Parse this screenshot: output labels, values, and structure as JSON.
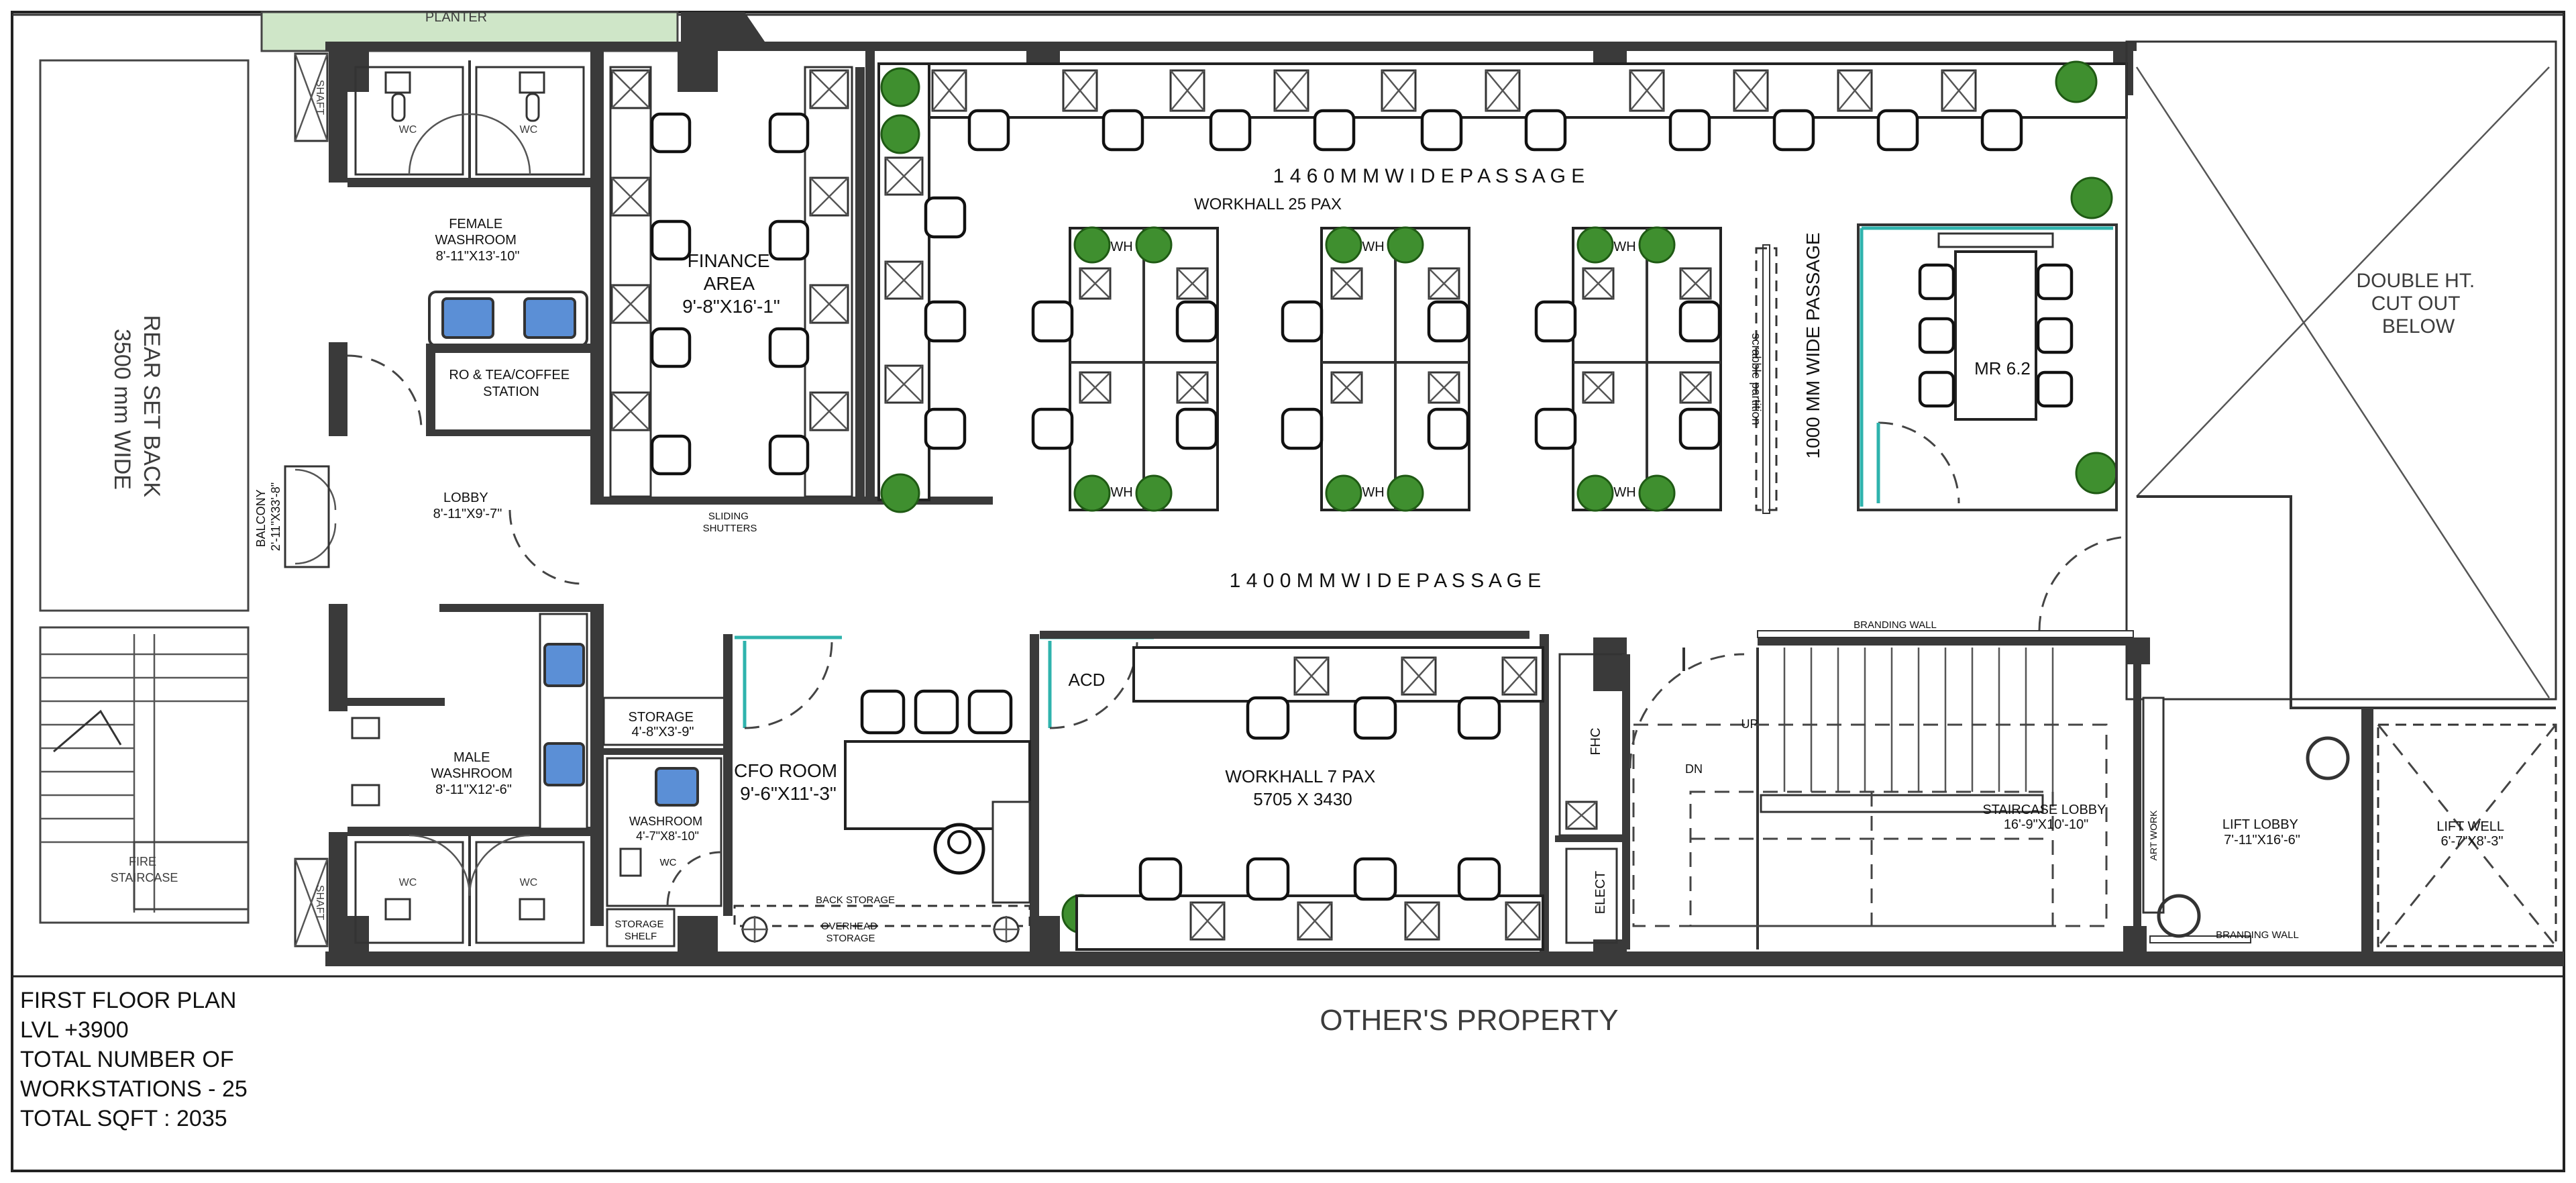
{
  "labels": {
    "planter": "PLANTER",
    "rear_set_back_1": "REAR SET BACK",
    "rear_set_back_2": "3500 mm WIDE",
    "female_washroom_1": "FEMALE",
    "female_washroom_2": "WASHROOM",
    "female_washroom_dim": "8'-11\"X13'-10\"",
    "ro_station_1": "RO & TEA/COFFEE",
    "ro_station_2": "STATION",
    "finance_1": "FINANCE",
    "finance_2": "AREA",
    "finance_dim": "9'-8\"X16'-1\"",
    "lobby": "LOBBY",
    "lobby_dim": "8'-11\"X9'-7\"",
    "balcony": "BALCONY",
    "balcony_dim": "2'-11\"X33'-8\"",
    "sliding_shutters_1": "SLIDING",
    "sliding_shutters_2": "SHUTTERS",
    "passage_top": "1 4 6 0   M M   W I D E   P A S S A G E",
    "workhall_25": "WORKHALL 25 PAX",
    "passage_mid": "1 4 0 0   M M   W I D E   P A S S A G E",
    "passage_vertical": "1000 MM WIDE PASSAGE",
    "scrabble_partition": "scrabble partition",
    "mr": "MR 6.2",
    "double_ht_1": "DOUBLE HT.",
    "double_ht_2": "CUT OUT",
    "double_ht_3": "BELOW",
    "storage": "STORAGE",
    "storage_dim": "4'-8\"X3'-9\"",
    "male_washroom_1": "MALE",
    "male_washroom_2": "WASHROOM",
    "male_washroom_dim": "8'-11\"X12'-6\"",
    "washroom_small": "WASHROOM",
    "washroom_small_dim": "4'-7\"X8'-10\"",
    "cfo_room": "CFO ROOM",
    "cfo_dim": "9'-6\"X11'-3\"",
    "acd": "ACD",
    "workhall_7": "WORKHALL 7 PAX",
    "workhall_7_dim": "5705 X 3430",
    "fhc": "FHC",
    "elect": "ELECT",
    "branding_wall": "BRANDING WALL",
    "up": "UP",
    "dn": "DN",
    "staircase_lobby": "STAIRCASE LOBBY",
    "staircase_lobby_dim": "16'-9\"X10'-10\"",
    "art_work": "ART WORK",
    "lift_lobby": "LIFT LOBBY",
    "lift_lobby_dim": "7'-11\"X16'-6\"",
    "lift_well": "LIFT WELL",
    "lift_well_dim": "6'-7\"X8'-3\"",
    "branding_wall_2": "BRANDING WALL",
    "back_storage": "BACK STORAGE",
    "overhead_storage_1": "OVERHEAD",
    "overhead_storage_2": "STORAGE",
    "storage_shelf_1": "STORAGE",
    "storage_shelf_2": "SHELF",
    "fire_staircase_1": "FIRE",
    "fire_staircase_2": "STAIRCASE",
    "shaft": "SHAFT",
    "wc": "WC",
    "wh": "WH",
    "others_property": "OTHER'S PROPERTY"
  },
  "legend": {
    "line1": "FIRST FLOOR PLAN",
    "line2": "LVL +3900",
    "line3": "TOTAL NUMBER OF",
    "line4": "WORKSTATIONS - 25",
    "line5": "TOTAL SQFT : 2035"
  },
  "colors": {
    "wall": "#3a3a3a",
    "glass": "#2fb3ad",
    "sink": "#5b8fd6",
    "plant": "#3f8f2f",
    "planter": "#cfe6c8"
  }
}
